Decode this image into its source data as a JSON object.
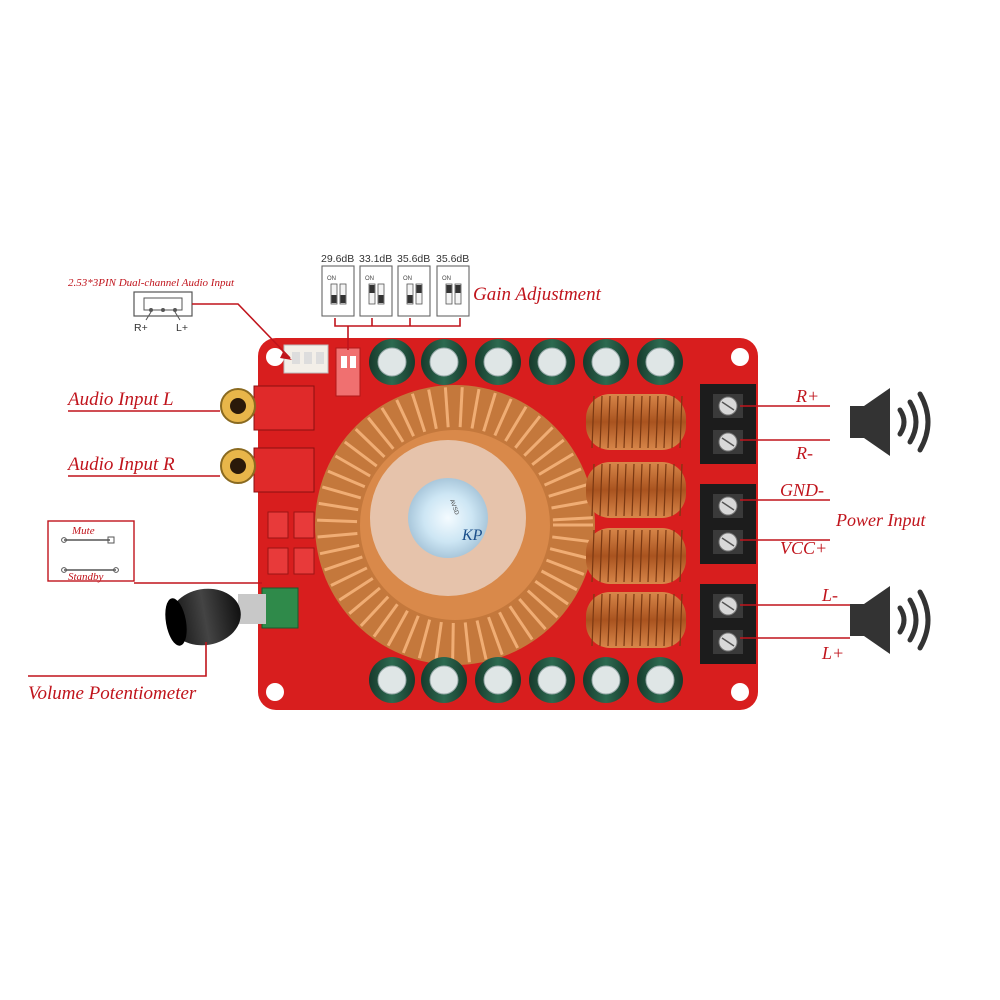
{
  "labels": {
    "audio_input_connector": "2.53*3PIN Dual-channel Audio Input",
    "connector_pin_r": "R+",
    "connector_pin_l": "L+",
    "gain_adjustment": "Gain Adjustment",
    "audio_input_l": "Audio Input L",
    "audio_input_r": "Audio Input R",
    "mute": "Mute",
    "standby": "Standby",
    "volume_potentiometer": "Volume Potentiometer",
    "terminal_r_plus": "R+",
    "terminal_r_minus": "R-",
    "terminal_gnd": "GND-",
    "power_input": "Power Input",
    "terminal_vcc": "VCC+",
    "terminal_l_minus": "L-",
    "terminal_l_plus": "L+"
  },
  "gain_settings": [
    "29.6dB",
    "33.1dB",
    "35.6dB",
    "35.6dB"
  ],
  "dip_switch_marking": "ON",
  "colors": {
    "label_red": "#c0141c",
    "pcb_red": "#d81e1e",
    "heatsink": "#d9894a",
    "coil_copper": "#b8652e",
    "capacitor": "#1f4d3a"
  },
  "icons": {
    "speaker_right": "speaker-icon",
    "speaker_left": "speaker-icon"
  }
}
